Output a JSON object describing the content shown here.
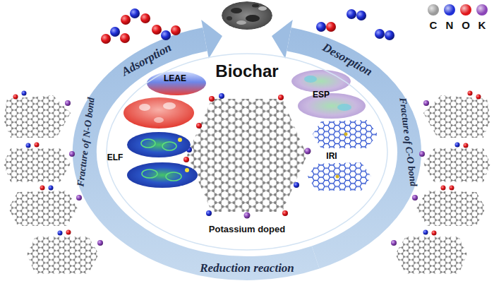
{
  "diagram": {
    "nodes": [
      {
        "text": [
          "Biochar",
          "Potassium doped"
        ]
      }
    ],
    "labels": [
      "Adsorption",
      "Desorption",
      "LEAE",
      "ESP",
      "ELF",
      "IRI",
      "Fracture of N-O bond",
      "Fracture of C-O bond",
      "Reduction reaction"
    ],
    "legend": [
      {
        "text": "C",
        "color": "#9a9a9a"
      },
      {
        "text": "N",
        "color": "#1f2fd6"
      },
      {
        "text": "O",
        "color": "#e0161b"
      },
      {
        "text": "K",
        "color": "#8b45b8"
      }
    ]
  }
}
